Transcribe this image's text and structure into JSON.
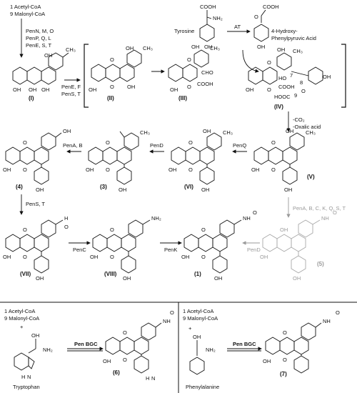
{
  "top": {
    "start_line1": "1 Acetyl-CoA",
    "start_line2": "9 Malonyl-CoA",
    "enzymes1_a": "PenN, M, O",
    "enzymes1_b": "PenP, Q, L",
    "enzymes1_c": "PenE, S, T",
    "enzymes2_a": "PenE, F",
    "enzymes2_b": "PenS, T",
    "tyrosine": "Tyrosine",
    "at": "AT",
    "hpp_a": "4-Hydroxy-",
    "hpp_b": "Phenylpyruvic Acid",
    "co2": "-CO₂",
    "oxalic": "-Oxalic acid",
    "penQ": "PenQ",
    "penD": "PenD",
    "penAB": "PenA, B",
    "penST": "PenS, T",
    "penC": "PenC",
    "penK": "PenK",
    "penD_gray": "PenD",
    "pen_many": "PenA, B, C, K, Q, S, T"
  },
  "compounds": {
    "I": "(I)",
    "II": "(II)",
    "III": "(III)",
    "IV": "(IV)",
    "V": "(V)",
    "VI": "(VI)",
    "c3": "(3)",
    "c4": "(4)",
    "VII": "(VII)",
    "VIII": "(VIII)",
    "c1": "(1)",
    "c5": "(5)",
    "c6": "(6)",
    "c7": "(7)"
  },
  "bottom_left": {
    "line1": "1 Acetyl-CoA",
    "line2": "9 Malonyl-CoA",
    "plus": "+",
    "name": "Tryptophan",
    "bgc": "Pen BGC"
  },
  "bottom_right": {
    "line1": "1 Acetyl-CoA",
    "line2": "9 Malonyl-CoA",
    "plus": "+",
    "name": "Phenylalanine",
    "bgc": "Pen BGC"
  },
  "atoms": {
    "OH": "OH",
    "O": "O",
    "CHO": "CHO",
    "COOH": "COOH",
    "HOOC": "HOOC",
    "HO": "HO",
    "NH2": "NH₂",
    "NH": "NH",
    "H": "H",
    "N": "N",
    "n7": "7",
    "n8": "8",
    "n9": "9"
  },
  "colors": {
    "ink": "#111111",
    "faded": "#9a9a9a"
  }
}
